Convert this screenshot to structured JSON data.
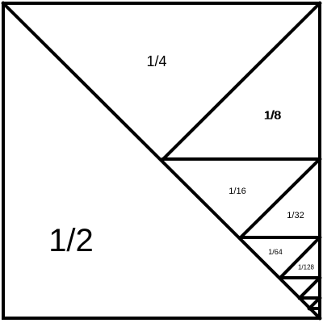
{
  "labels": {
    "half": "1/2",
    "quarter": "1/4",
    "eighth": "1/8",
    "sixteenth": "1/16",
    "thirty_second": "1/32",
    "sixty_fourth": "1/64",
    "one_twenty_eighth": "1/128"
  },
  "overlap_glyph": "1/8",
  "colors": {
    "stroke": "#000000",
    "background": "#ffffff"
  }
}
